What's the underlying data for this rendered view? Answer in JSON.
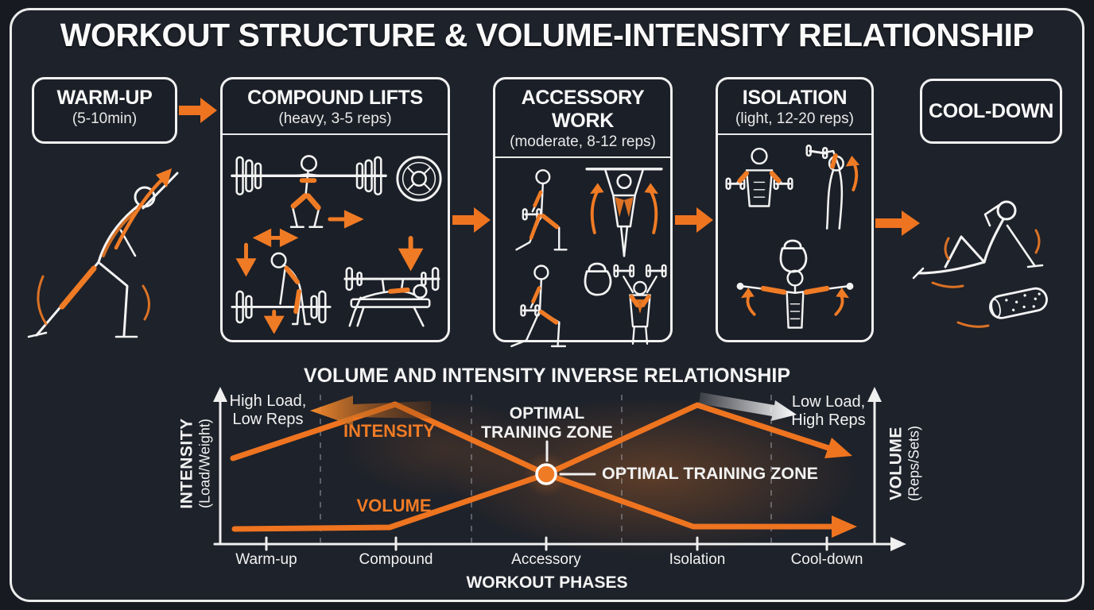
{
  "title": "WORKOUT STRUCTURE & VOLUME-INTENSITY RELATIONSHIP",
  "colors": {
    "accent": "#EE7420",
    "accent_bright": "#F68B2E",
    "accent_deep": "#C2571A",
    "background": "#1E222A",
    "line_white": "#F2F2F2"
  },
  "phases": [
    {
      "title": "WARM-UP",
      "subtitle": "(5-10min)",
      "icons": [
        "side-stretch-figure"
      ]
    },
    {
      "title": "COMPOUND LIFTS",
      "subtitle": "(heavy, 3-5 reps)",
      "icons": [
        "barbell-squat-figure",
        "weight-plate-icon",
        "deadlift-figure",
        "bench-press-figure"
      ]
    },
    {
      "title": "ACCESSORY WORK",
      "subtitle": "(moderate, 8-12 reps)",
      "icons": [
        "dumbbell-lunge-figure",
        "pull-up-figure",
        "kneeling-lunge-figure",
        "kettlebell-icon",
        "overhead-press-figure"
      ]
    },
    {
      "title": "ISOLATION",
      "subtitle": "(light, 12-20 reps)",
      "icons": [
        "bicep-curl-figure",
        "tricep-extension-figure",
        "kettlebell-icon",
        "lateral-raise-figure"
      ]
    },
    {
      "title": "COOL-DOWN",
      "subtitle": "",
      "icons": [
        "seated-stretch-figure",
        "foam-roller-icon"
      ]
    }
  ],
  "chart": {
    "title": "VOLUME AND INTENSITY INVERSE RELATIONSHIP",
    "left_axis_label": "INTENSITY",
    "left_axis_sublabel": "(Load/Weight)",
    "right_axis_label": "VOLUME",
    "right_axis_sublabel": "(Reps/Sets)",
    "x_axis_label": "WORKOUT PHASES",
    "ticks": [
      "Warm-up",
      "Compound",
      "Accessory",
      "Isolation",
      "Cool-down"
    ],
    "labels": {
      "high_load_1": "High Load,",
      "high_load_2": "Low Reps",
      "low_load_1": "Low Load,",
      "low_load_2": "High Reps",
      "intensity": "INTENSITY",
      "volume": "VOLUME",
      "optimal_1": "OPTIMAL",
      "optimal_2": "TRAINING ZONE",
      "optimal_callout": "OPTIMAL TRAINING ZONE"
    }
  },
  "chart_data": {
    "type": "line",
    "x": [
      "Warm-up",
      "Compound",
      "Accessory",
      "Isolation",
      "Cool-down"
    ],
    "series": [
      {
        "name": "INTENSITY",
        "values": [
          57,
          93,
          46,
          12,
          12
        ]
      },
      {
        "name": "VOLUME",
        "values": [
          10,
          11,
          46,
          92,
          60
        ]
      }
    ],
    "title": "VOLUME AND INTENSITY INVERSE RELATIONSHIP",
    "xlabel": "WORKOUT PHASES",
    "ylabel_left": "INTENSITY (Load/Weight)",
    "ylabel_right": "VOLUME (Reps/Sets)",
    "ylim": [
      0,
      100
    ],
    "grid": "dashed vertical lines between phases",
    "legend_position": "labels inline on lines",
    "annotations": [
      "High Load, Low Reps (left, arrow toward intensity peak)",
      "Low Load, High Reps (right, arrow from volume peak)",
      "OPTIMAL TRAINING ZONE marker where lines cross at Accessory"
    ],
    "crossing_point": "Accessory"
  }
}
